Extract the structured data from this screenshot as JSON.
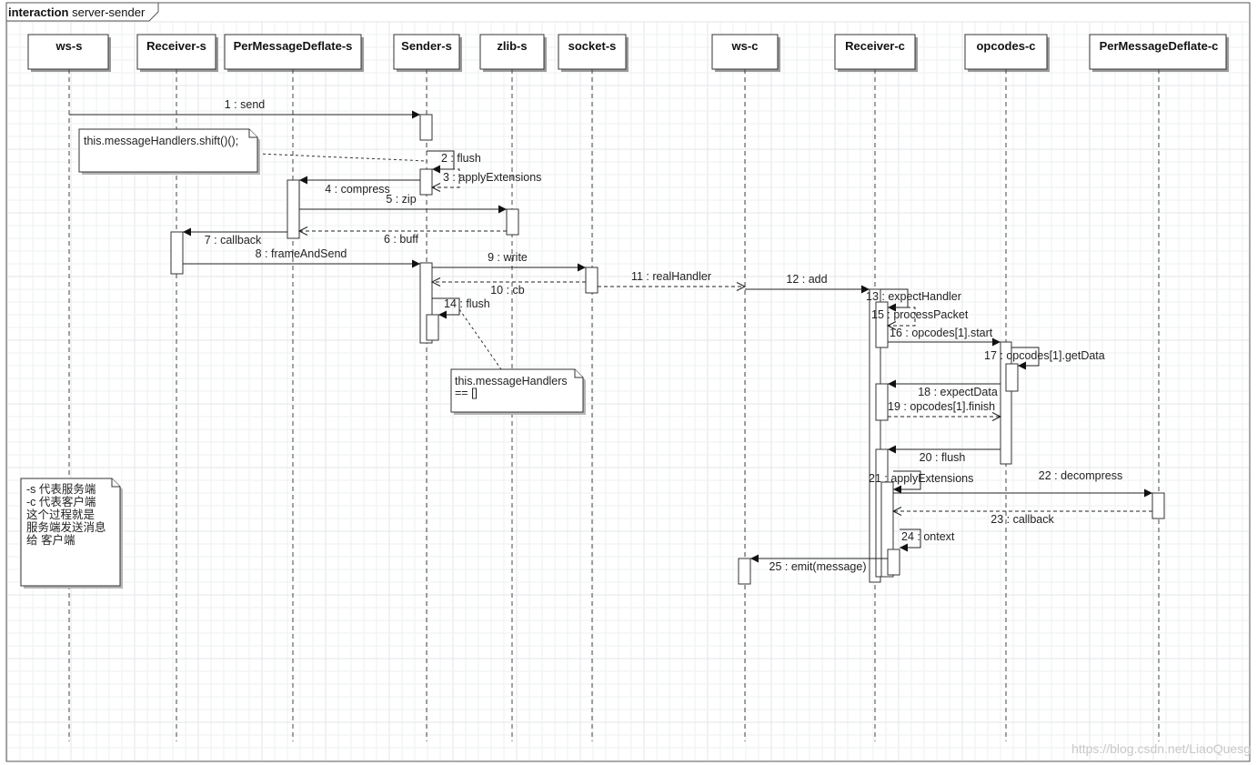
{
  "diagram": {
    "frame": {
      "keyword": "interaction",
      "name": "server-sender"
    },
    "lifelines": [
      {
        "id": "ws-s",
        "label": "ws-s"
      },
      {
        "id": "receiver-s",
        "label": "Receiver-s"
      },
      {
        "id": "pmd-s",
        "label": "PerMessageDeflate-s"
      },
      {
        "id": "sender-s",
        "label": "Sender-s"
      },
      {
        "id": "zlib-s",
        "label": "zlib-s"
      },
      {
        "id": "socket-s",
        "label": "socket-s"
      },
      {
        "id": "ws-c",
        "label": "ws-c"
      },
      {
        "id": "receiver-c",
        "label": "Receiver-c"
      },
      {
        "id": "opcodes-c",
        "label": "opcodes-c"
      },
      {
        "id": "pmd-c",
        "label": "PerMessageDeflate-c"
      }
    ],
    "messages": [
      {
        "label": "1 : send",
        "from": "ws-s",
        "to": "sender-s",
        "kind": "sync"
      },
      {
        "label": "2 : flush",
        "from": "sender-s",
        "to": "sender-s",
        "kind": "self"
      },
      {
        "label": "3 : applyExtensions",
        "from": "sender-s",
        "to": "sender-s",
        "kind": "self-return"
      },
      {
        "label": "4 : compress",
        "from": "sender-s",
        "to": "pmd-s",
        "kind": "sync"
      },
      {
        "label": "5 : zip",
        "from": "pmd-s",
        "to": "zlib-s",
        "kind": "sync"
      },
      {
        "label": "6 : buff",
        "from": "zlib-s",
        "to": "pmd-s",
        "kind": "return"
      },
      {
        "label": "7 : callback",
        "from": "pmd-s",
        "to": "receiver-s",
        "kind": "sync"
      },
      {
        "label": "8 : frameAndSend",
        "from": "receiver-s",
        "to": "sender-s",
        "kind": "sync"
      },
      {
        "label": "9 : write",
        "from": "sender-s",
        "to": "socket-s",
        "kind": "sync"
      },
      {
        "label": "10 : cb",
        "from": "socket-s",
        "to": "sender-s",
        "kind": "return"
      },
      {
        "label": "11 : realHandler",
        "from": "socket-s",
        "to": "ws-c",
        "kind": "return"
      },
      {
        "label": "12 : add",
        "from": "ws-c",
        "to": "receiver-c",
        "kind": "sync"
      },
      {
        "label": "13 : expectHandler",
        "from": "receiver-c",
        "to": "receiver-c",
        "kind": "self"
      },
      {
        "label": "14 : flush",
        "from": "sender-s",
        "to": "sender-s",
        "kind": "self"
      },
      {
        "label": "15 : processPacket",
        "from": "receiver-c",
        "to": "receiver-c",
        "kind": "self-return"
      },
      {
        "label": "16 : opcodes[1].start",
        "from": "receiver-c",
        "to": "opcodes-c",
        "kind": "sync"
      },
      {
        "label": "17 : opcodes[1].getData",
        "from": "opcodes-c",
        "to": "opcodes-c",
        "kind": "self"
      },
      {
        "label": "18 : expectData",
        "from": "opcodes-c",
        "to": "receiver-c",
        "kind": "sync"
      },
      {
        "label": "19 : opcodes[1].finish",
        "from": "receiver-c",
        "to": "opcodes-c",
        "kind": "return"
      },
      {
        "label": "20 : flush",
        "from": "opcodes-c",
        "to": "receiver-c",
        "kind": "sync"
      },
      {
        "label": "21 : applyExtensions",
        "from": "receiver-c",
        "to": "receiver-c",
        "kind": "self"
      },
      {
        "label": "22 : decompress",
        "from": "receiver-c",
        "to": "pmd-c",
        "kind": "sync"
      },
      {
        "label": "23 : callback",
        "from": "pmd-c",
        "to": "receiver-c",
        "kind": "return"
      },
      {
        "label": "24 : ontext",
        "from": "receiver-c",
        "to": "receiver-c",
        "kind": "self"
      },
      {
        "label": "25 : emit(message)",
        "from": "receiver-c",
        "to": "ws-c",
        "kind": "sync"
      }
    ],
    "notes": [
      {
        "id": "note-shift",
        "lines": [
          "this.messageHandlers.shift()();"
        ]
      },
      {
        "id": "note-empty",
        "lines": [
          "this.messageHandlers",
          "== []"
        ]
      },
      {
        "id": "note-legend",
        "lines": [
          "-s 代表服务端",
          "-c 代表客户端",
          "这个过程就是",
          "服务端发送消息",
          "给 客户端"
        ]
      }
    ],
    "watermark": "https://blog.csdn.net/LiaoQuesg"
  }
}
